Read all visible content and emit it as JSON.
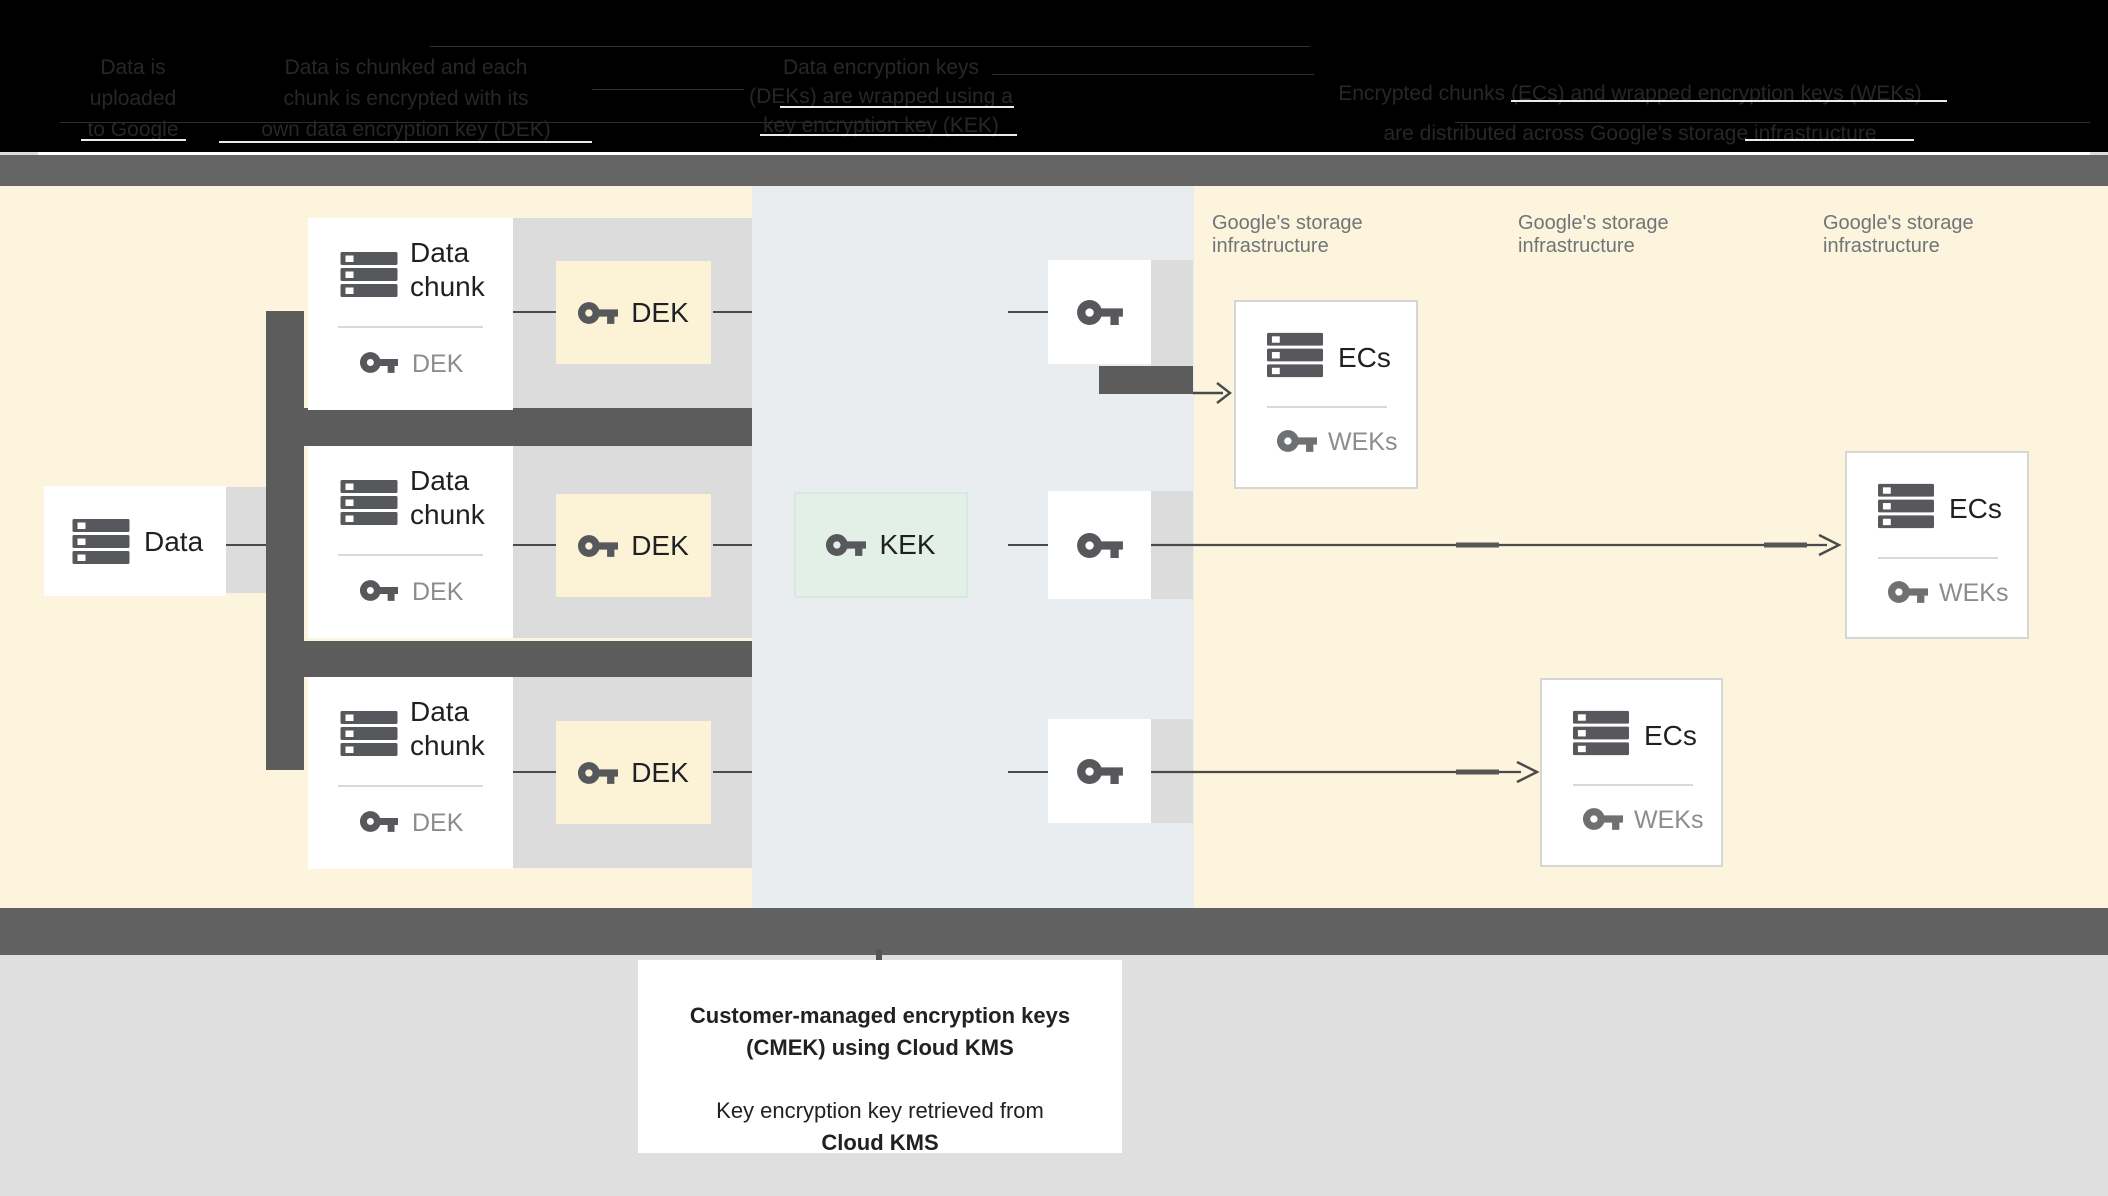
{
  "header_steps": [
    {
      "lines": [
        "Data is",
        "uploaded",
        "to Google"
      ]
    },
    {
      "lines": [
        "Data is chunked and each",
        "chunk is encrypted with its",
        "own data encryption key (DEK)"
      ]
    },
    {
      "lines": [
        "Data encryption keys",
        "(DEKs) are wrapped using a",
        "key encryption key (KEK)"
      ]
    },
    {
      "lines": [
        "Encrypted chunks (ECs) and wrapped encryption keys (WEKs)",
        "are distributed across Google's storage infrastructure"
      ]
    }
  ],
  "labels": {
    "data": "Data",
    "data_chunk_line1": "Data",
    "data_chunk_line2": "chunk",
    "dek": "DEK",
    "kek": "KEK",
    "ecs": "ECs",
    "weks": "WEKs",
    "storage_line1": "Google's storage",
    "storage_line2": "infrastructure"
  },
  "caption": {
    "line1": "Customer-managed encryption keys",
    "line2": "(CMEK) using Cloud KMS",
    "line3": "Key encryption key retrieved from",
    "line4": "Cloud KMS"
  },
  "colors": {
    "cream_background": "#fcf4dc",
    "kms_panel": "#e9edef",
    "kek_green": "#e3f0e8",
    "dek_cream": "#fcf3d7",
    "band_light_gray": "#dcdcdc",
    "connector_dark_gray": "#5c5c5c",
    "divider_bar_gray": "#656565",
    "header_black": "#000000",
    "gray_label": "#8c8c8c",
    "storage_label_gray": "#717578"
  }
}
